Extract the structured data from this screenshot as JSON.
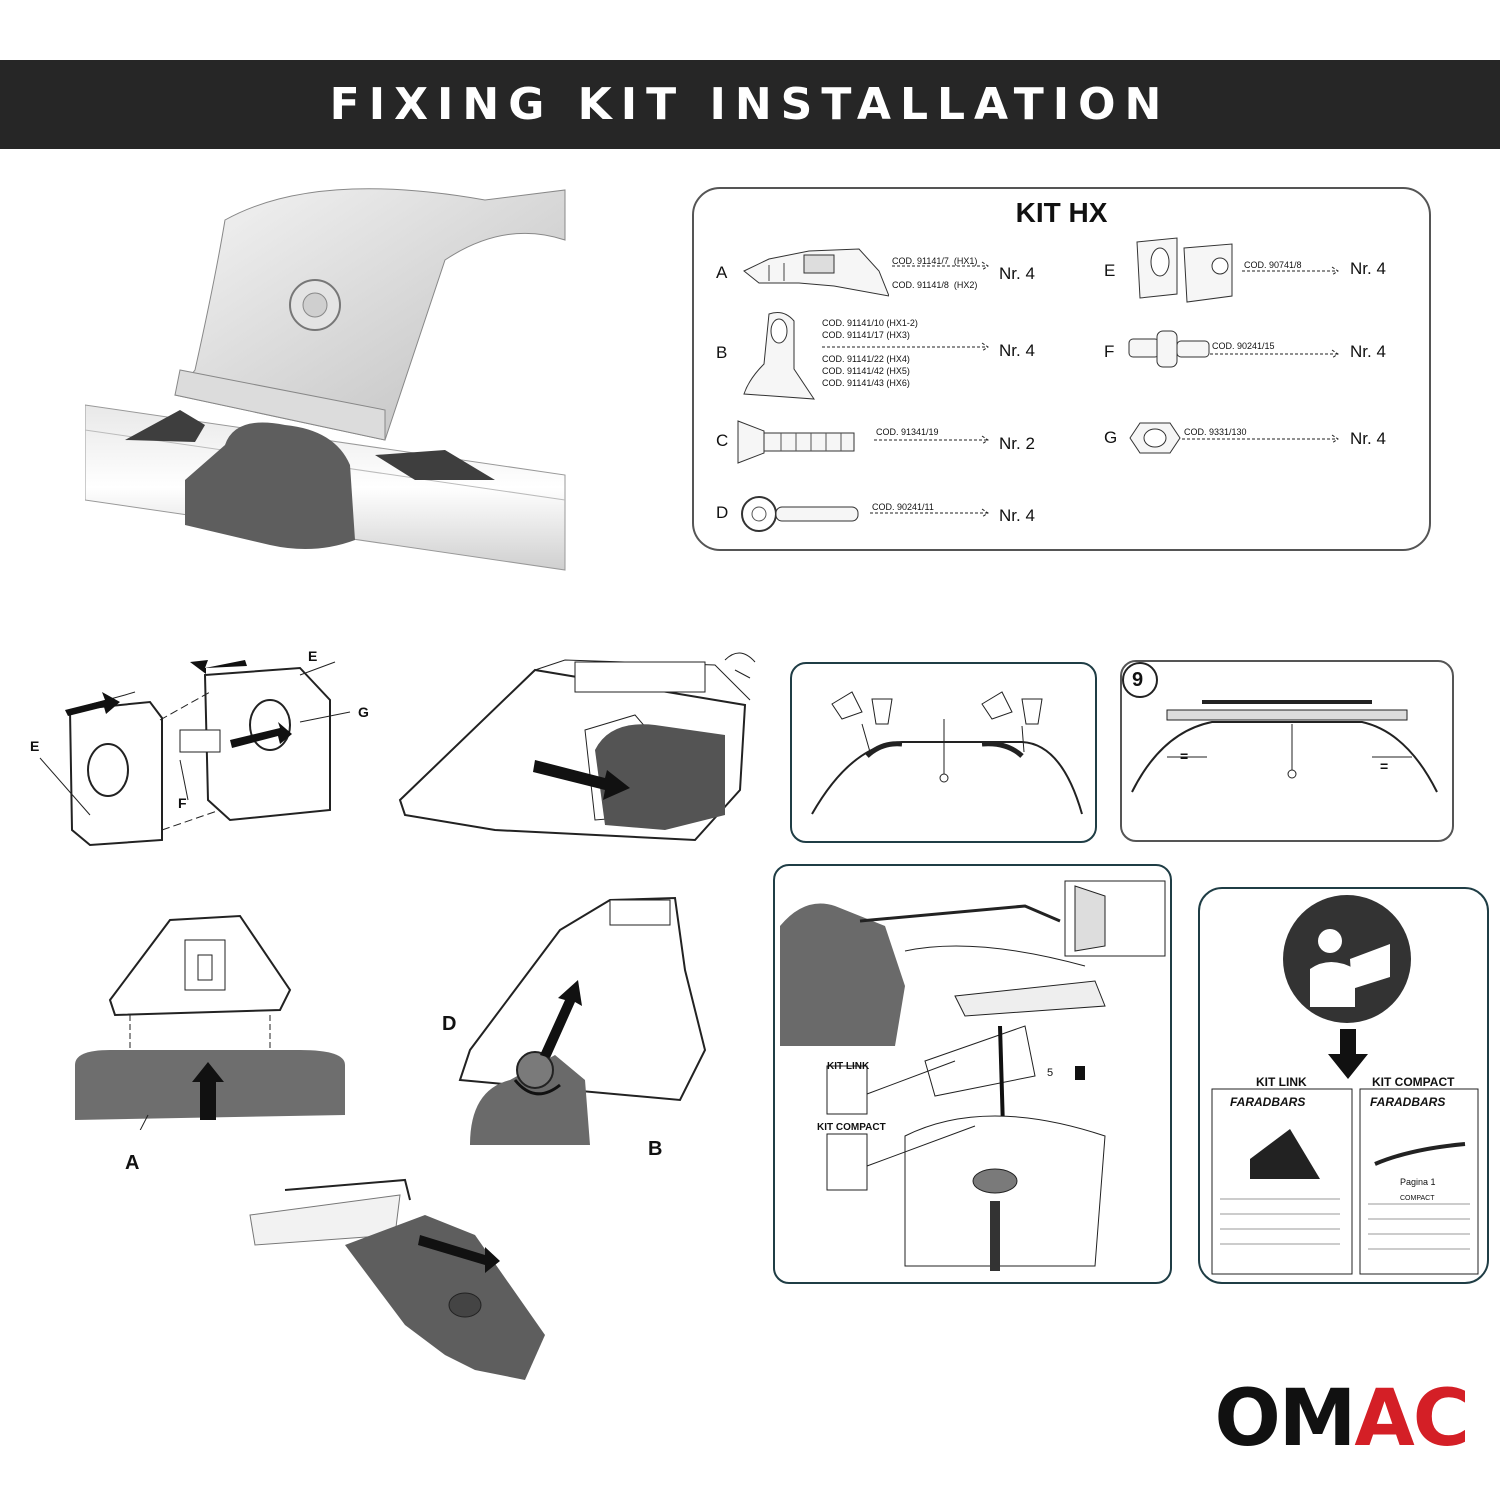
{
  "header": {
    "title": "FIXING KIT INSTALLATION"
  },
  "kit": {
    "title": "KIT HX",
    "left_items": [
      {
        "letter": "A",
        "codes": "COD. 91141/7  (HX1)\n\nCOD. 91141/8  (HX2)",
        "qty": "Nr. 4"
      },
      {
        "letter": "B",
        "codes": "COD. 91141/10 (HX1-2)\nCOD. 91141/17 (HX3)\n\nCOD. 91141/22 (HX4)\nCOD. 91141/42 (HX5)\nCOD. 91141/43 (HX6)",
        "qty": "Nr. 4"
      },
      {
        "letter": "C",
        "codes": "COD. 91341/19",
        "qty": "Nr. 2"
      },
      {
        "letter": "D",
        "codes": "COD. 90241/11",
        "qty": "Nr. 4"
      }
    ],
    "right_items": [
      {
        "letter": "E",
        "codes": "COD. 90741/8",
        "qty": "Nr. 4"
      },
      {
        "letter": "F",
        "codes": "COD. 90241/15",
        "qty": "Nr. 4"
      },
      {
        "letter": "G",
        "codes": "COD. 9331/130",
        "qty": "Nr. 4"
      }
    ]
  },
  "diagram": {
    "assembly_labels": {
      "e_top": "E",
      "e_left": "E",
      "f": "F",
      "g": "G",
      "a": "A",
      "d": "D",
      "b": "B"
    },
    "step_number": "9",
    "torque_value": "5",
    "kit_link": "KIT LINK",
    "kit_compact": "KIT COMPACT",
    "brand": "FARADBARS",
    "equals": "=",
    "page_label": "Pagina 1",
    "compact_caption": "COMPACT"
  },
  "logo": {
    "dark": "OM",
    "red": "AC"
  },
  "colors": {
    "banner": "#262626",
    "panel_border": "#1f3d45",
    "logo_red": "#d41f26",
    "part_fill": "#6e6e6e"
  }
}
